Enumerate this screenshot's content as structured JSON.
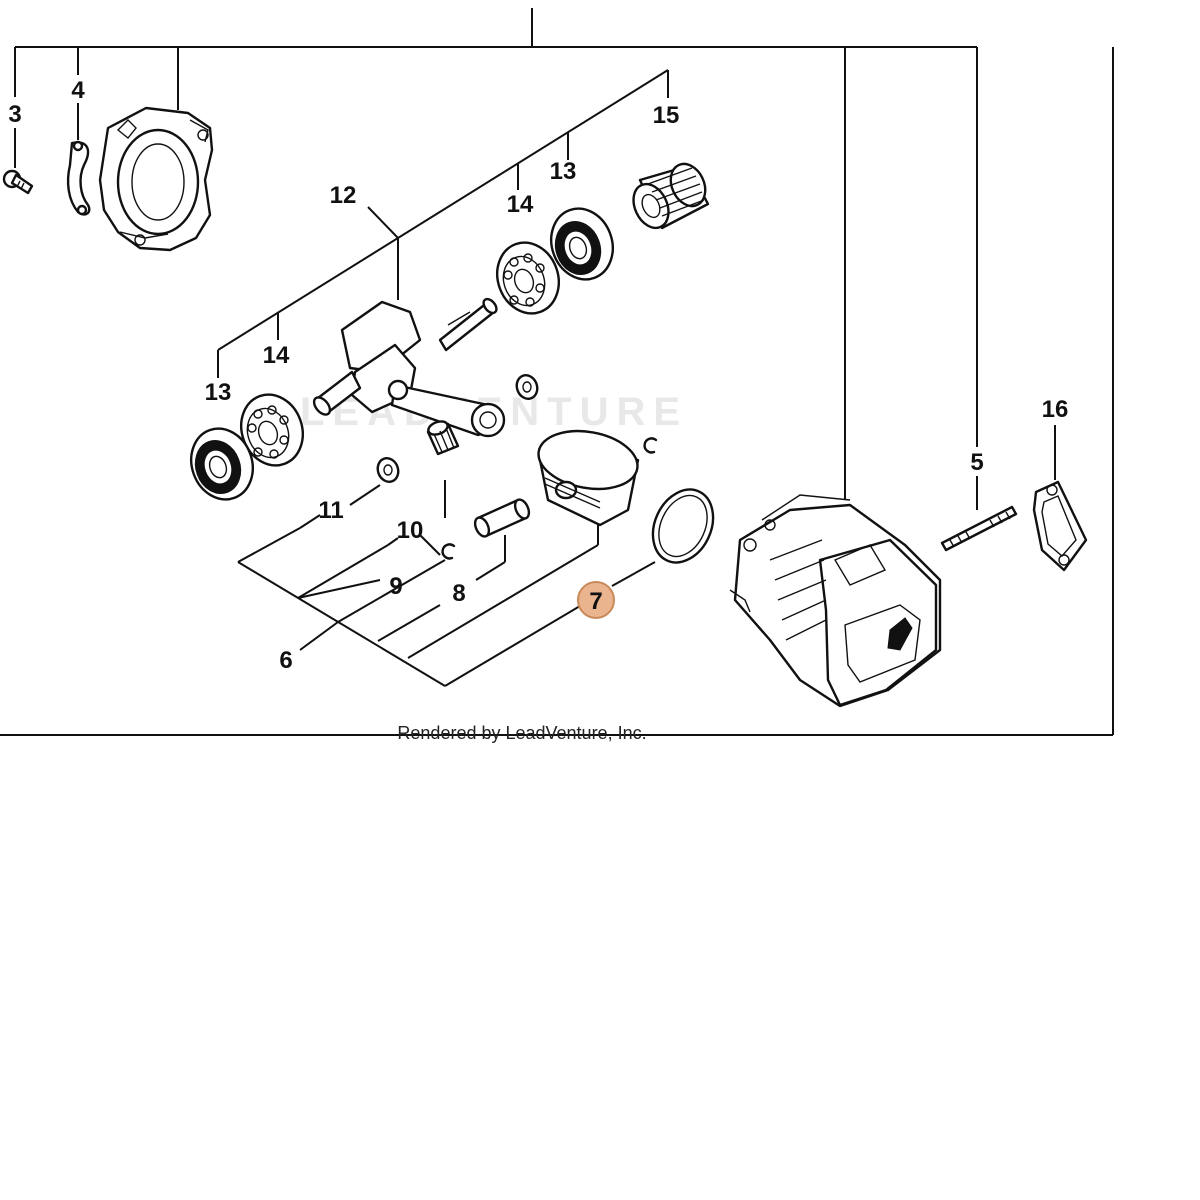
{
  "diagram": {
    "callouts": [
      {
        "id": "3",
        "text": "3"
      },
      {
        "id": "4",
        "text": "4"
      },
      {
        "id": "15",
        "text": "15"
      },
      {
        "id": "12",
        "text": "12"
      },
      {
        "id": "13-top",
        "text": "13"
      },
      {
        "id": "14-top",
        "text": "14"
      },
      {
        "id": "14-left",
        "text": "14"
      },
      {
        "id": "13-left",
        "text": "13"
      },
      {
        "id": "16",
        "text": "16"
      },
      {
        "id": "5",
        "text": "5"
      },
      {
        "id": "11",
        "text": "11"
      },
      {
        "id": "10",
        "text": "10"
      },
      {
        "id": "9",
        "text": "9"
      },
      {
        "id": "8",
        "text": "8"
      },
      {
        "id": "7",
        "text": "7"
      },
      {
        "id": "6",
        "text": "6"
      }
    ],
    "highlighted": "7",
    "highlight_color": "#e9b48e",
    "highlight_stroke": "#c98a5a",
    "watermark": "LEADVENTURE",
    "credit": "Rendered by LeadVenture, Inc."
  }
}
